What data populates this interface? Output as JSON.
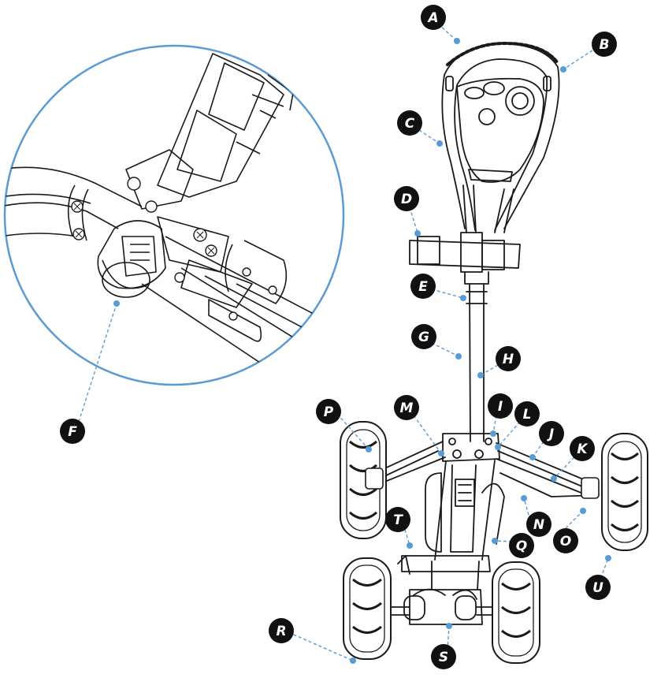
{
  "figure": {
    "accent_color": "#5b9bd5",
    "line_color": "#1a1a1a",
    "badge_color": "#111111",
    "labels": [
      "A",
      "B",
      "C",
      "D",
      "E",
      "F",
      "G",
      "H",
      "I",
      "J",
      "K",
      "L",
      "M",
      "N",
      "O",
      "P",
      "Q",
      "R",
      "S",
      "T",
      "U"
    ]
  }
}
